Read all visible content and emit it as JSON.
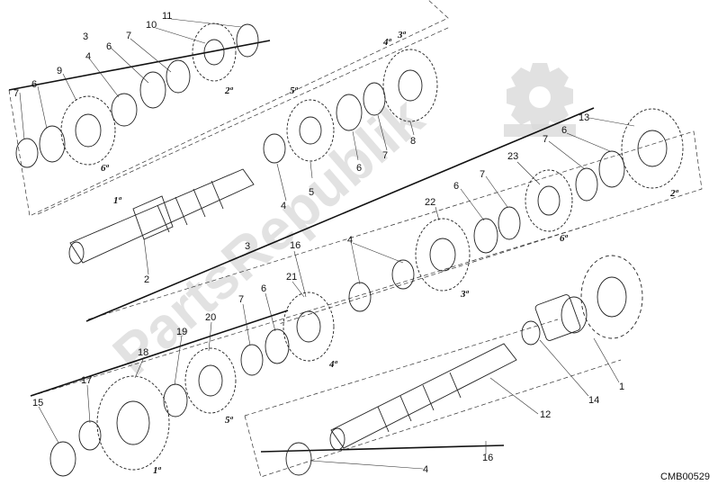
{
  "diagram_code": "CMB00529",
  "watermark": {
    "text": "PartsRepublik",
    "icon": "gear-icon"
  },
  "callouts": {
    "n1": "1",
    "n2": "2",
    "n3a": "3",
    "n3b": "3",
    "n4a": "4",
    "n4b": "4",
    "n4c": "4",
    "n4d": "4",
    "n5": "5",
    "n6a": "6",
    "n6b": "6",
    "n6c": "6",
    "n6d": "6",
    "n6e": "6",
    "n6f": "6",
    "n7a": "7",
    "n7b": "7",
    "n7c": "7",
    "n7d": "7",
    "n7e": "7",
    "n8": "8",
    "n9": "9",
    "n10": "10",
    "n11": "11",
    "n12": "12",
    "n13": "13",
    "n14": "14",
    "n15": "15",
    "n16a": "16",
    "n16b": "16",
    "n17": "17",
    "n18": "18",
    "n19": "19",
    "n20": "20",
    "n21": "21",
    "n22": "22",
    "n23": "23"
  },
  "gear_labels": {
    "g1a": "1ª",
    "g1b": "1ª",
    "g2a": "2ª",
    "g2b": "2ª",
    "g3a": "3ª",
    "g3b": "3ª",
    "g4a": "4ª",
    "g4b": "4ª",
    "g5a": "5ª",
    "g5b": "5ª",
    "g6a": "6ª",
    "g6b": "6ª"
  }
}
